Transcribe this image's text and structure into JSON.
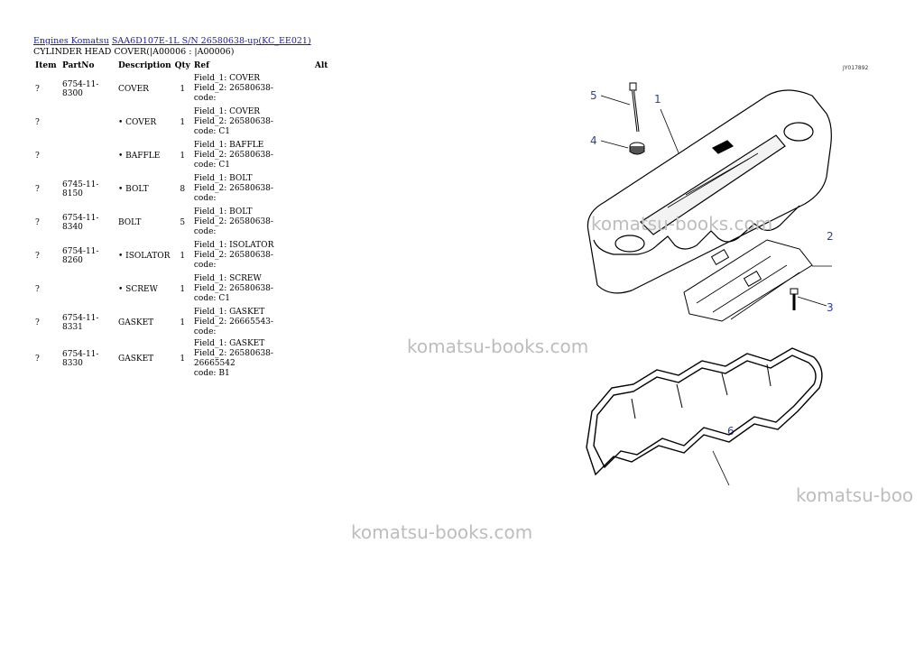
{
  "breadcrumb": {
    "link1": "Engines Komatsu",
    "link2": "SAA6D107E-1L S/N 26580638-up(KC_EE021)"
  },
  "subtitle": "CYLINDER HEAD COVER(|A00006 : |A00006)",
  "table": {
    "headers": {
      "item": "Item",
      "partno": "PartNo",
      "description": "Description",
      "qty": "Qty",
      "ref": "Ref",
      "alt": "Alt"
    },
    "rows": [
      {
        "item": "?",
        "partno": "6754-11-8300",
        "description": "COVER",
        "qty": "1",
        "f1": "Field_1: COVER",
        "f2": "Field_2: 26580638-",
        "code": "code:"
      },
      {
        "item": "?",
        "partno": "",
        "description": "• COVER",
        "qty": "1",
        "f1": "Field_1: COVER",
        "f2": "Field_2: 26580638-",
        "code": "code: C1"
      },
      {
        "item": "?",
        "partno": "",
        "description": "• BAFFLE",
        "qty": "1",
        "f1": "Field_1: BAFFLE",
        "f2": "Field_2: 26580638-",
        "code": "code: C1"
      },
      {
        "item": "?",
        "partno": "6745-11-8150",
        "description": "• BOLT",
        "qty": "8",
        "f1": "Field_1: BOLT",
        "f2": "Field_2: 26580638-",
        "code": "code:"
      },
      {
        "item": "?",
        "partno": "6754-11-8340",
        "description": "BOLT",
        "qty": "5",
        "f1": "Field_1: BOLT",
        "f2": "Field_2: 26580638-",
        "code": "code:"
      },
      {
        "item": "?",
        "partno": "6754-11-8260",
        "description": "• ISOLATOR",
        "qty": "1",
        "f1": "Field_1: ISOLATOR",
        "f2": "Field_2: 26580638-",
        "code": "code:"
      },
      {
        "item": "?",
        "partno": "",
        "description": "• SCREW",
        "qty": "1",
        "f1": "Field_1: SCREW",
        "f2": "Field_2: 26580638-",
        "code": "code: C1"
      },
      {
        "item": "?",
        "partno": "6754-11-8331",
        "description": "GASKET",
        "qty": "1",
        "f1": "Field_1: GASKET",
        "f2": "Field_2: 26665543-",
        "code": "code:"
      },
      {
        "item": "?",
        "partno": "6754-11-8330",
        "description": "GASKET",
        "qty": "1",
        "f1": "Field_1: GASKET",
        "f2": "Field_2: 26580638-26665542",
        "code": "code: B1"
      }
    ]
  },
  "diagram": {
    "figure_code": "JY017892",
    "callouts": [
      "1",
      "2",
      "3",
      "4",
      "5",
      "6"
    ],
    "callout_color": "#2b3fa6"
  },
  "watermark": "komatsu-books.com",
  "watermark_cut": "komatsu-boo"
}
